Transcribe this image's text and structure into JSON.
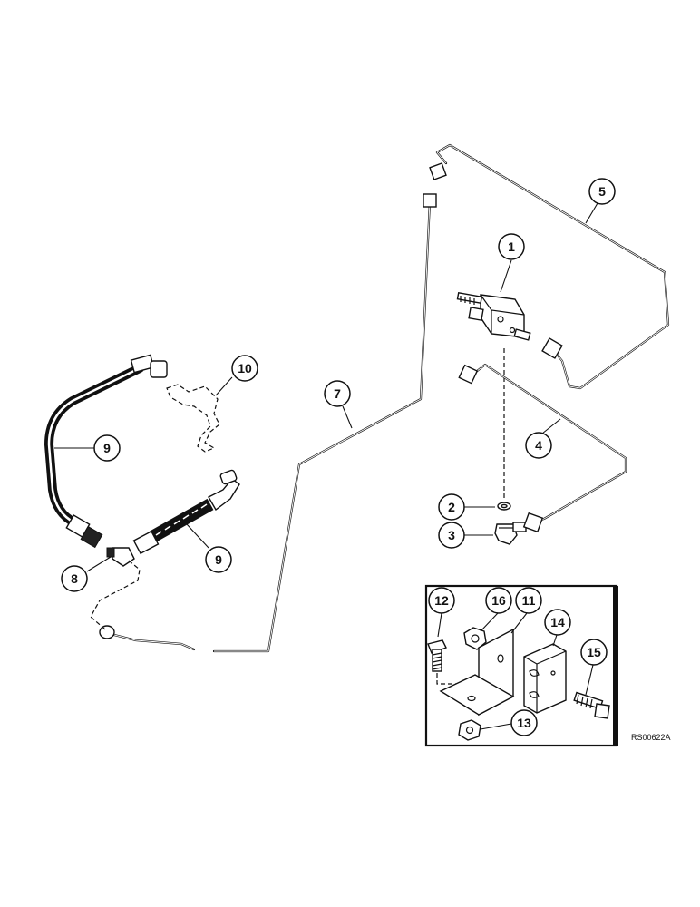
{
  "callouts": {
    "c1": "1",
    "c2": "2",
    "c3": "3",
    "c4": "4",
    "c5": "5",
    "c7": "7",
    "c8": "8",
    "c9a": "9",
    "c9b": "9",
    "c10": "10",
    "c11": "11",
    "c12": "12",
    "c13": "13",
    "c14": "14",
    "c15": "15",
    "c16": "16"
  },
  "reference_code": "RS00622A",
  "colors": {
    "line": "#111111",
    "background": "#ffffff"
  }
}
